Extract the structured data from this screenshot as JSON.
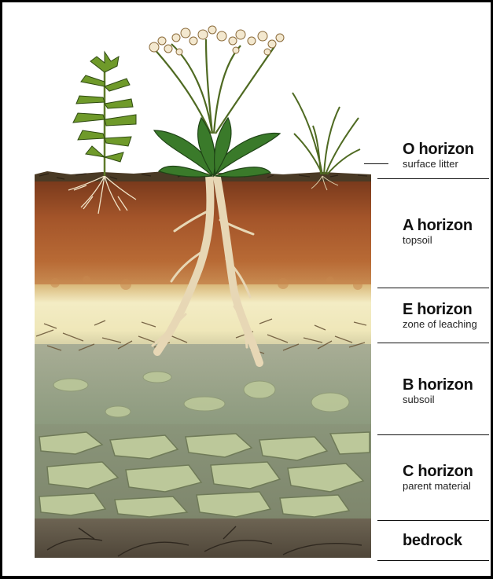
{
  "colors": {
    "o_horizon": "#4a3a25",
    "a_horizon": "#a4552a",
    "e_horizon": "#efe7b9",
    "b_horizon": "#8c9a7e",
    "c_horizon": "#a3ad8a",
    "bedrock": "#62584a",
    "stones": "#bcc89a"
  },
  "layers": [
    {
      "id": "o",
      "name": "O horizon",
      "description": "surface litter"
    },
    {
      "id": "a",
      "name": "A horizon",
      "description": "topsoil"
    },
    {
      "id": "e",
      "name": "E horizon",
      "description": "zone of leaching"
    },
    {
      "id": "b",
      "name": "B horizon",
      "description": "subsoil"
    },
    {
      "id": "c",
      "name": "C horizon",
      "description": "parent material"
    },
    {
      "id": "bedrock",
      "name": "bedrock",
      "description": ""
    }
  ]
}
